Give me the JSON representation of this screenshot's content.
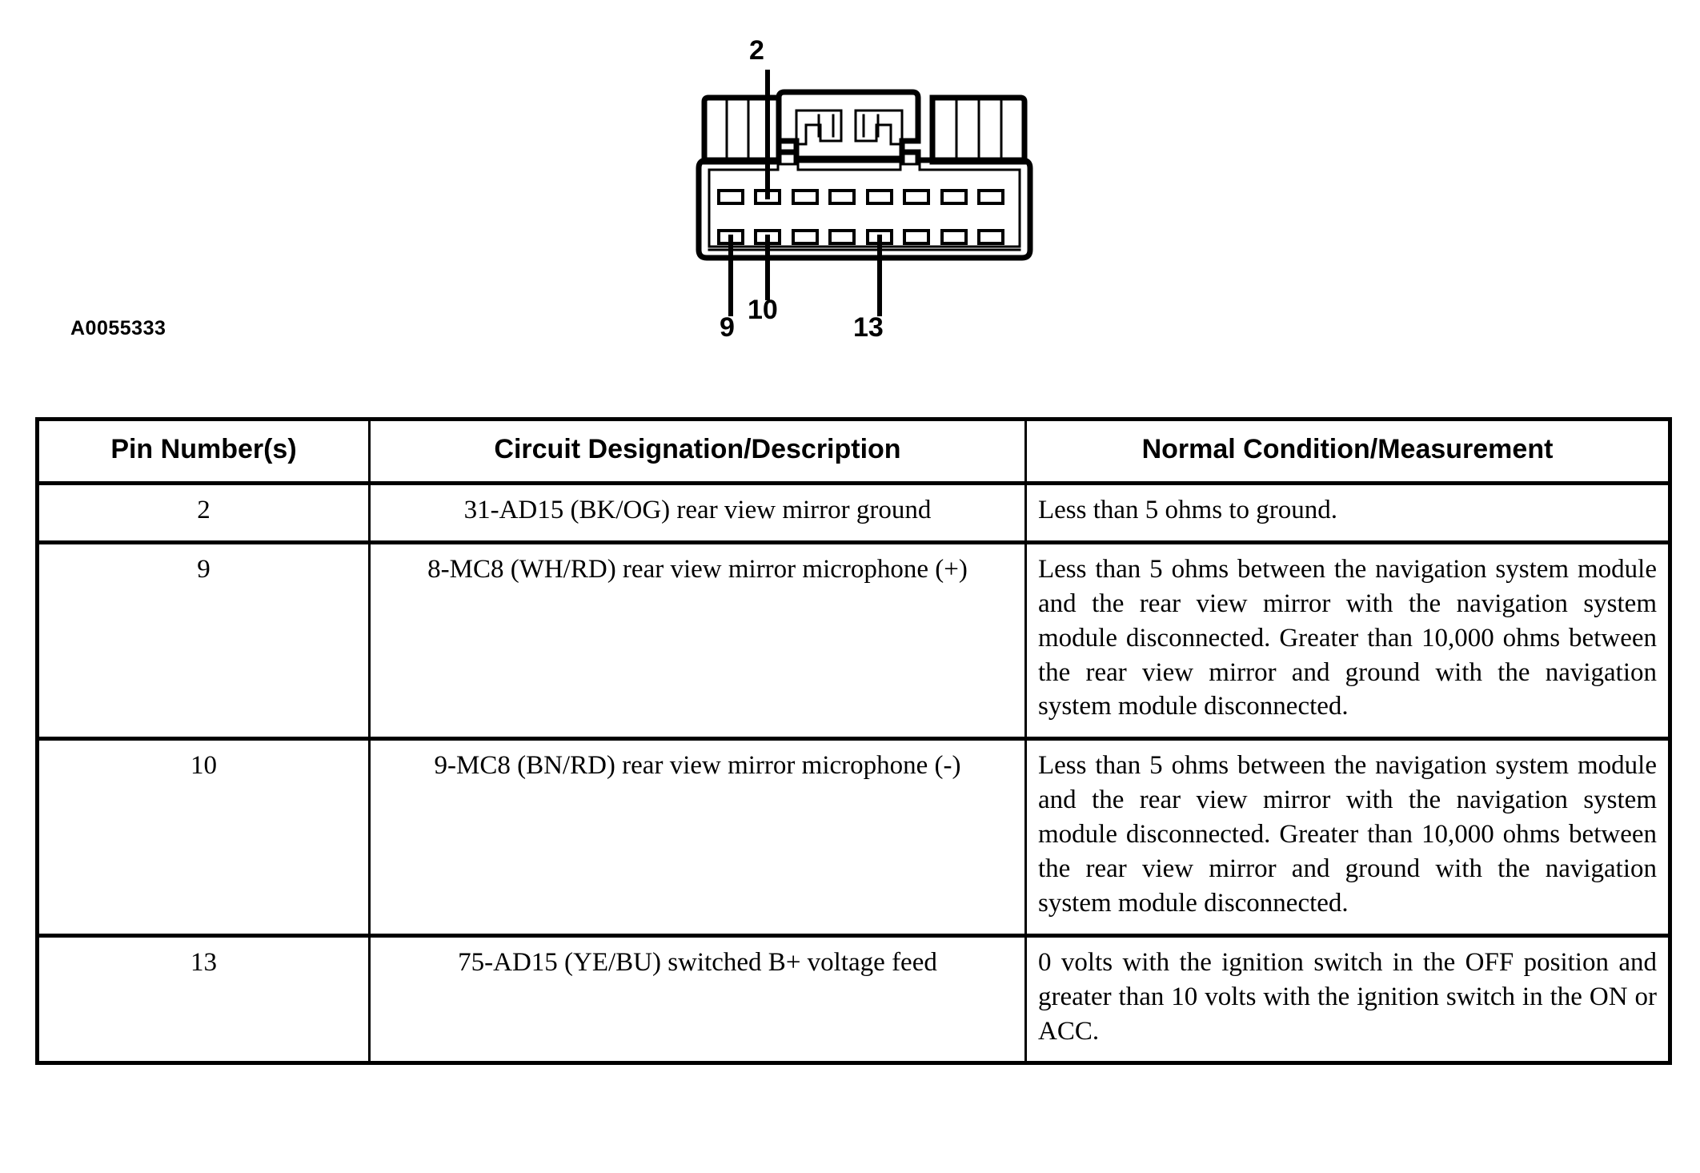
{
  "figure": {
    "id_label": "A0055333",
    "connector_type": "16-pin rectangular wiring harness connector",
    "top_row_slots": 8,
    "bottom_row_slots": 8,
    "callouts": [
      {
        "number": "2",
        "row": "top",
        "slot_index": 2
      },
      {
        "number": "9",
        "row": "bottom",
        "slot_index": 1
      },
      {
        "number": "10",
        "row": "bottom",
        "slot_index": 2
      },
      {
        "number": "13",
        "row": "bottom",
        "slot_index": 5
      }
    ]
  },
  "table": {
    "headers": [
      "Pin Number(s)",
      "Circuit Designation/Description",
      "Normal Condition/Measurement"
    ],
    "rows": [
      {
        "pin": "2",
        "description": "31-AD15 (BK/OG) rear view mirror ground",
        "normal": "Less than 5 ohms to ground."
      },
      {
        "pin": "9",
        "description": "8-MC8 (WH/RD) rear view mirror microphone (+)",
        "normal": "Less than 5 ohms between the navigation system module and the rear view mirror with the navigation system module disconnected. Greater than 10,000 ohms between the rear view mirror and ground with the navigation system module disconnected."
      },
      {
        "pin": "10",
        "description": "9-MC8 (BN/RD) rear view mirror microphone (-)",
        "normal": "Less than 5 ohms between the navigation system module and the rear view mirror with the navigation system module disconnected. Greater than 10,000 ohms between the rear view mirror and ground with the navigation system module disconnected."
      },
      {
        "pin": "13",
        "description": "75-AD15 (YE/BU) switched B+ voltage feed",
        "normal": "0 volts with the ignition switch in the OFF position and greater than 10 volts with the ignition switch in the ON or ACC."
      }
    ]
  },
  "colors": {
    "ink": "#000000",
    "paper": "#ffffff"
  }
}
